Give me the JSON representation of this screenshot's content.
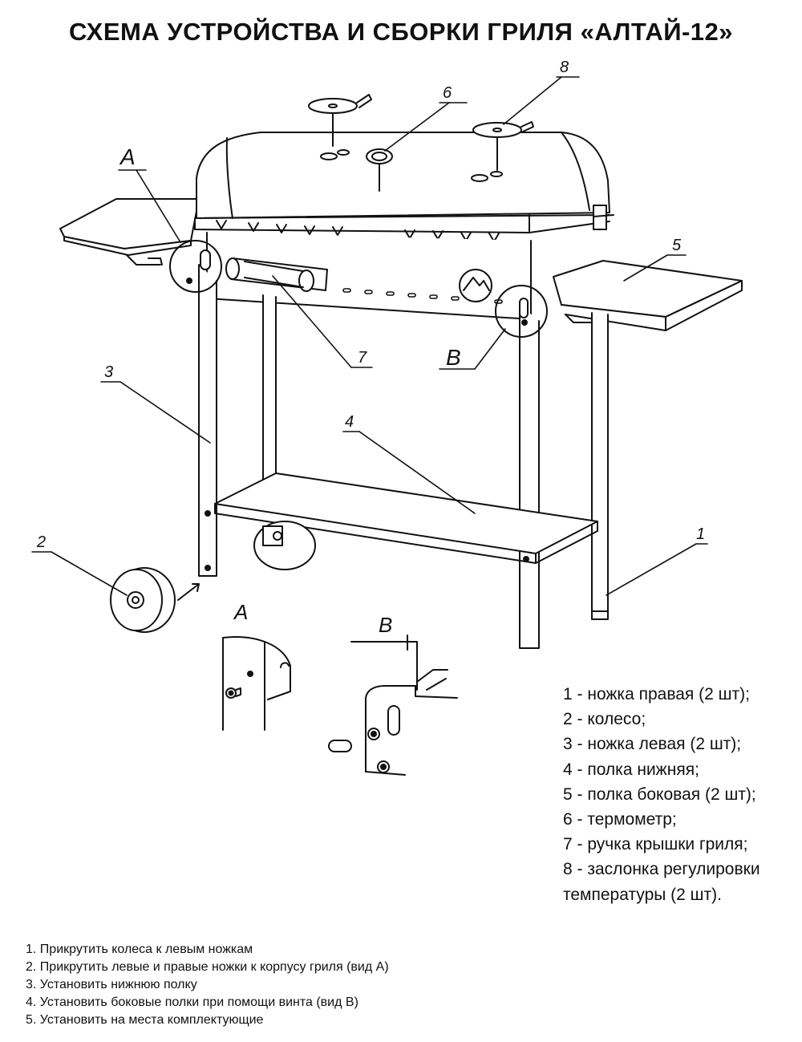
{
  "title": "СХЕМА УСТРОЙСТВА И СБОРКИ ГРИЛЯ «АЛТАЙ-12»",
  "callouts": {
    "c1": "1",
    "c2": "2",
    "c3": "3",
    "c4": "4",
    "c5": "5",
    "c6": "6",
    "c7": "7",
    "c8": "8",
    "view_a": "A",
    "view_b": "B",
    "detail_a": "A",
    "detail_b": "B"
  },
  "legend": [
    "1 - ножка правая (2 шт);",
    "2 - колесо;",
    "3 - ножка левая (2 шт);",
    "4 - полка нижняя;",
    "5 - полка боковая (2 шт);",
    "6 - термометр;",
    "7 - ручка крышки гриля;",
    "8 - заслонка регулировки",
    "температуры (2 шт)."
  ],
  "steps": [
    "1. Прикрутить колеса к левым ножкам",
    "2. Прикрутить левые и правые ножки к корпусу гриля (вид А)",
    "3. Установить нижнюю полку",
    "4. Установить боковые полки при помощи винта (вид В)",
    "5. Установить на места комплектующие"
  ]
}
